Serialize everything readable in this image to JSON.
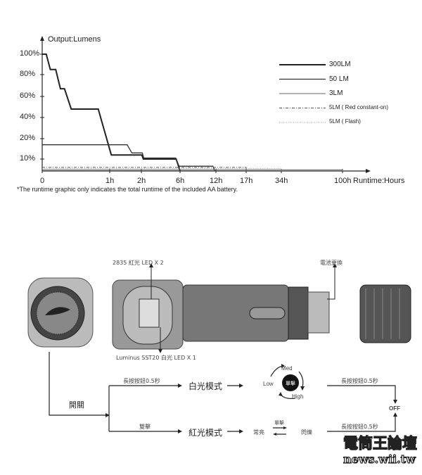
{
  "chart_data": {
    "type": "line",
    "ylabel": "Output:Lumens",
    "xlabel": "Runtime:Hours",
    "y_ticks": [
      {
        "v": 100,
        "label": "100%"
      },
      {
        "v": 80,
        "label": "80%"
      },
      {
        "v": 60,
        "label": "60%"
      },
      {
        "v": 40,
        "label": "40%"
      },
      {
        "v": 20,
        "label": "20%"
      },
      {
        "v": 10,
        "label": "10%"
      }
    ],
    "x_ticks": [
      {
        "v": 0,
        "label": "0"
      },
      {
        "v": 1,
        "label": "1h"
      },
      {
        "v": 2,
        "label": "2h"
      },
      {
        "v": 6,
        "label": "6h"
      },
      {
        "v": 12,
        "label": "12h"
      },
      {
        "v": 17,
        "label": "17h"
      },
      {
        "v": 34,
        "label": "34h"
      },
      {
        "v": 100,
        "label": "100h"
      }
    ],
    "note": "*The runtime graphic only indicates the total runtime of the included AA battery.",
    "series": [
      {
        "name": "300LM",
        "style": "thick",
        "points": [
          [
            0,
            100
          ],
          [
            0.06,
            100
          ],
          [
            0.12,
            85
          ],
          [
            0.2,
            85
          ],
          [
            0.27,
            67
          ],
          [
            0.33,
            67
          ],
          [
            0.43,
            48
          ],
          [
            0.83,
            48
          ],
          [
            1.05,
            12
          ],
          [
            2.05,
            12
          ],
          [
            2.2,
            10
          ],
          [
            5.6,
            10
          ],
          [
            6,
            0
          ]
        ]
      },
      {
        "name": "50 LM",
        "style": "solid",
        "points": [
          [
            0,
            17
          ],
          [
            1.55,
            17
          ],
          [
            1.7,
            13
          ],
          [
            2.1,
            13
          ],
          [
            2.25,
            10.5
          ],
          [
            5.55,
            10.5
          ],
          [
            5.9,
            4
          ],
          [
            11.5,
            4
          ],
          [
            11.8,
            0
          ]
        ]
      },
      {
        "name": "3LM",
        "style": "thin",
        "points": [
          [
            0,
            1
          ],
          [
            100,
            1
          ],
          [
            100,
            0
          ]
        ]
      },
      {
        "name": "5LM ( Red constant-on)",
        "style": "dashdot",
        "points": [
          [
            0,
            3
          ],
          [
            17,
            3
          ],
          [
            17,
            0
          ]
        ]
      },
      {
        "name": "5LM ( Flash)",
        "style": "dotted",
        "points": [
          [
            0,
            2
          ],
          [
            34,
            2
          ],
          [
            34,
            0
          ]
        ]
      }
    ]
  },
  "product": {
    "red_led": "2835 紅光 LED X 2",
    "battery": "電池更換",
    "white_led": "Luminus SST20 白光 LED X 1"
  },
  "flow": {
    "switch": "開關",
    "long_press_top": "長按按鈕0.5秒",
    "white_mode": "白光模式",
    "cycle_center": "單擊",
    "med": "Med",
    "low": "Low",
    "high": "High",
    "long_press_right_top": "長按按鈕0.5秒",
    "off": "OFF",
    "double_click": "雙擊",
    "red_mode": "紅光模式",
    "constant": "常亮",
    "single_click": "單擊",
    "flash": "閃爍",
    "long_press_right_bottom": "長按按鈕0.5秒"
  },
  "watermark": {
    "name": "電筒王論壇",
    "url": "news.wii.tw"
  }
}
